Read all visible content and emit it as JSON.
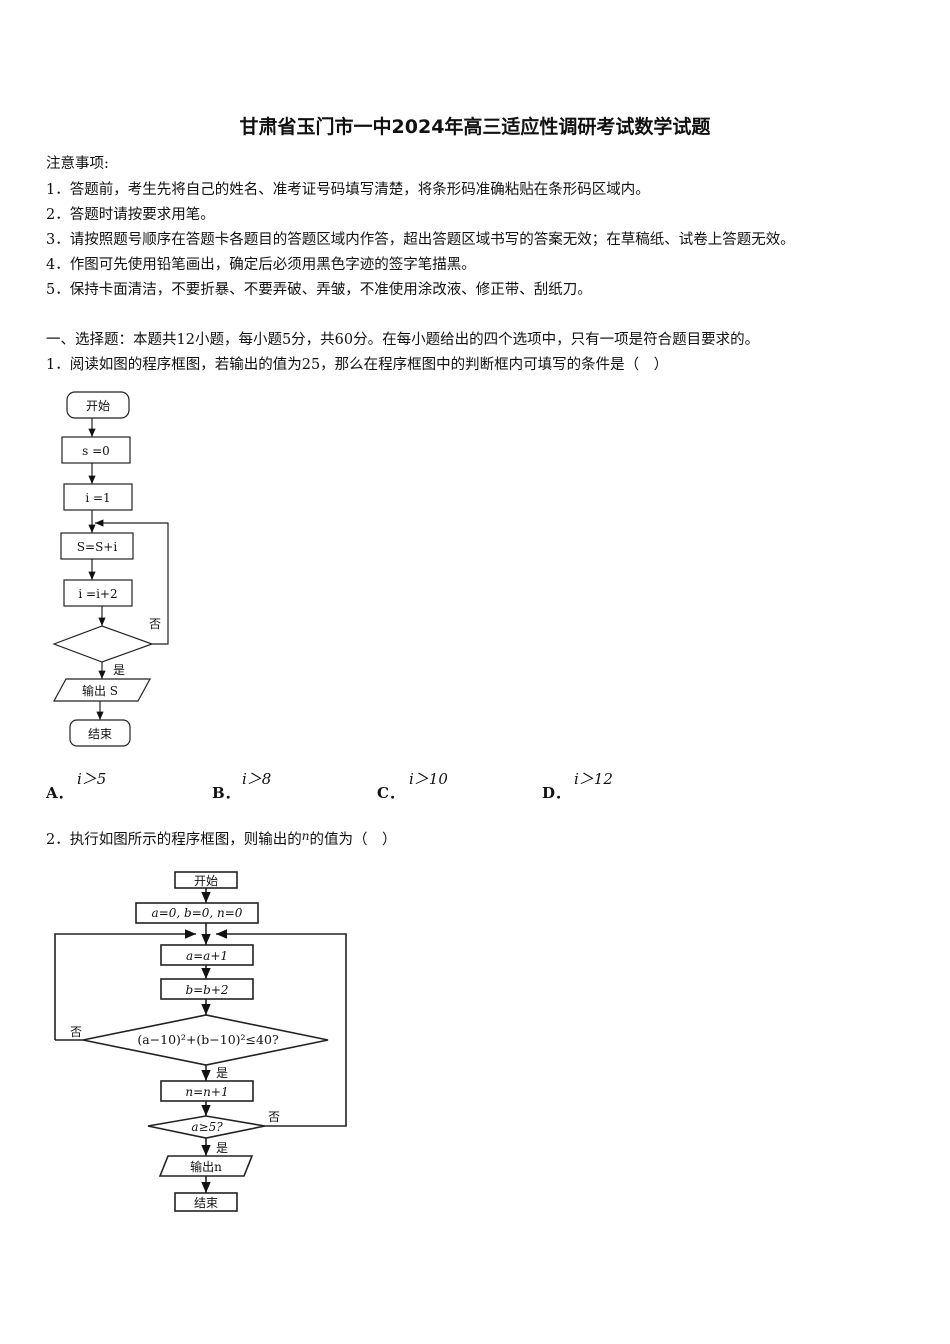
{
  "title": "甘肃省玉门市一中2024年高三适应性调研考试数学试题",
  "notice": {
    "heading": "注意事项:",
    "items": [
      "1．答题前，考生先将自己的姓名、准考证号码填写清楚，将条形码准确粘贴在条形码区域内。",
      "2．答题时请按要求用笔。",
      "3．请按照题号顺序在答题卡各题目的答题区域内作答，超出答题区域书写的答案无效；在草稿纸、试卷上答题无效。",
      "4．作图可先使用铅笔画出，确定后必须用黑色字迹的签字笔描黑。",
      "5．保持卡面清洁，不要折暴、不要弄破、弄皱，不准使用涂改液、修正带、刮纸刀。"
    ]
  },
  "section1": "一、选择题：本题共12小题，每小题5分，共60分。在每小题给出的四个选项中，只有一项是符合题目要求的。",
  "q1": {
    "stem": "1．阅读如图的程序框图，若输出的值为25，那么在程序框图中的判断框内可填写的条件是（　）",
    "flow": {
      "start": "开始",
      "s0": "s =0",
      "i1": "i =1",
      "ss": "S=S+i",
      "ii": "i =i+2",
      "no": "否",
      "yes": "是",
      "out": "输出 S",
      "end": "结束"
    },
    "options": [
      {
        "letter": "A．",
        "value": "i＞5"
      },
      {
        "letter": "B．",
        "value": "i＞8"
      },
      {
        "letter": "C．",
        "value": "i＞10"
      },
      {
        "letter": "D．",
        "value": "i＞12"
      }
    ]
  },
  "q2": {
    "stem_pre": "2．执行如图所示的程序框图，则输出的",
    "stem_var": "n",
    "stem_post": "的值为（　）",
    "flow": {
      "start": "开始",
      "init": "a=0, b=0, n=0",
      "a": "a=a+1",
      "b": "b=b+2",
      "cond": "(a−10)²+(b−10)²≤40?",
      "n": "n=n+1",
      "cond2": "a≥5?",
      "no1": "否",
      "no2": "否",
      "yes1": "是",
      "yes2": "是",
      "out": "输出n",
      "end": "结束"
    }
  }
}
